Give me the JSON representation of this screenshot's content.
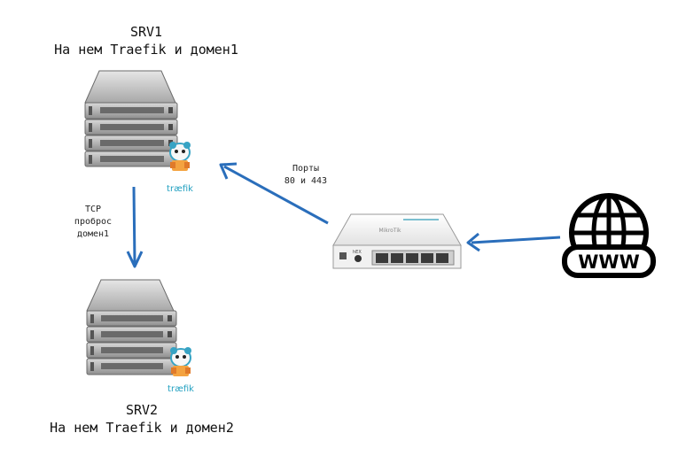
{
  "srv1": {
    "name": "SRV1",
    "description": "На нем Traefik и домен1"
  },
  "srv2": {
    "name": "SRV2",
    "description": "На нем Traefik и домен2"
  },
  "traefik_logo_text": "træfik",
  "tcp_label": [
    "TCP",
    "проброс",
    "домен1"
  ],
  "ports_label": [
    "Порты",
    "80 и 443"
  ],
  "www_text": "WWW",
  "router_brand": "MikroTik",
  "router_model": "hEX",
  "colors": {
    "arrow": "#2a6ebb",
    "server_body": "#b9b9b9",
    "router_body": "#f4f4f4",
    "port_accent": "#7bbfd0"
  }
}
